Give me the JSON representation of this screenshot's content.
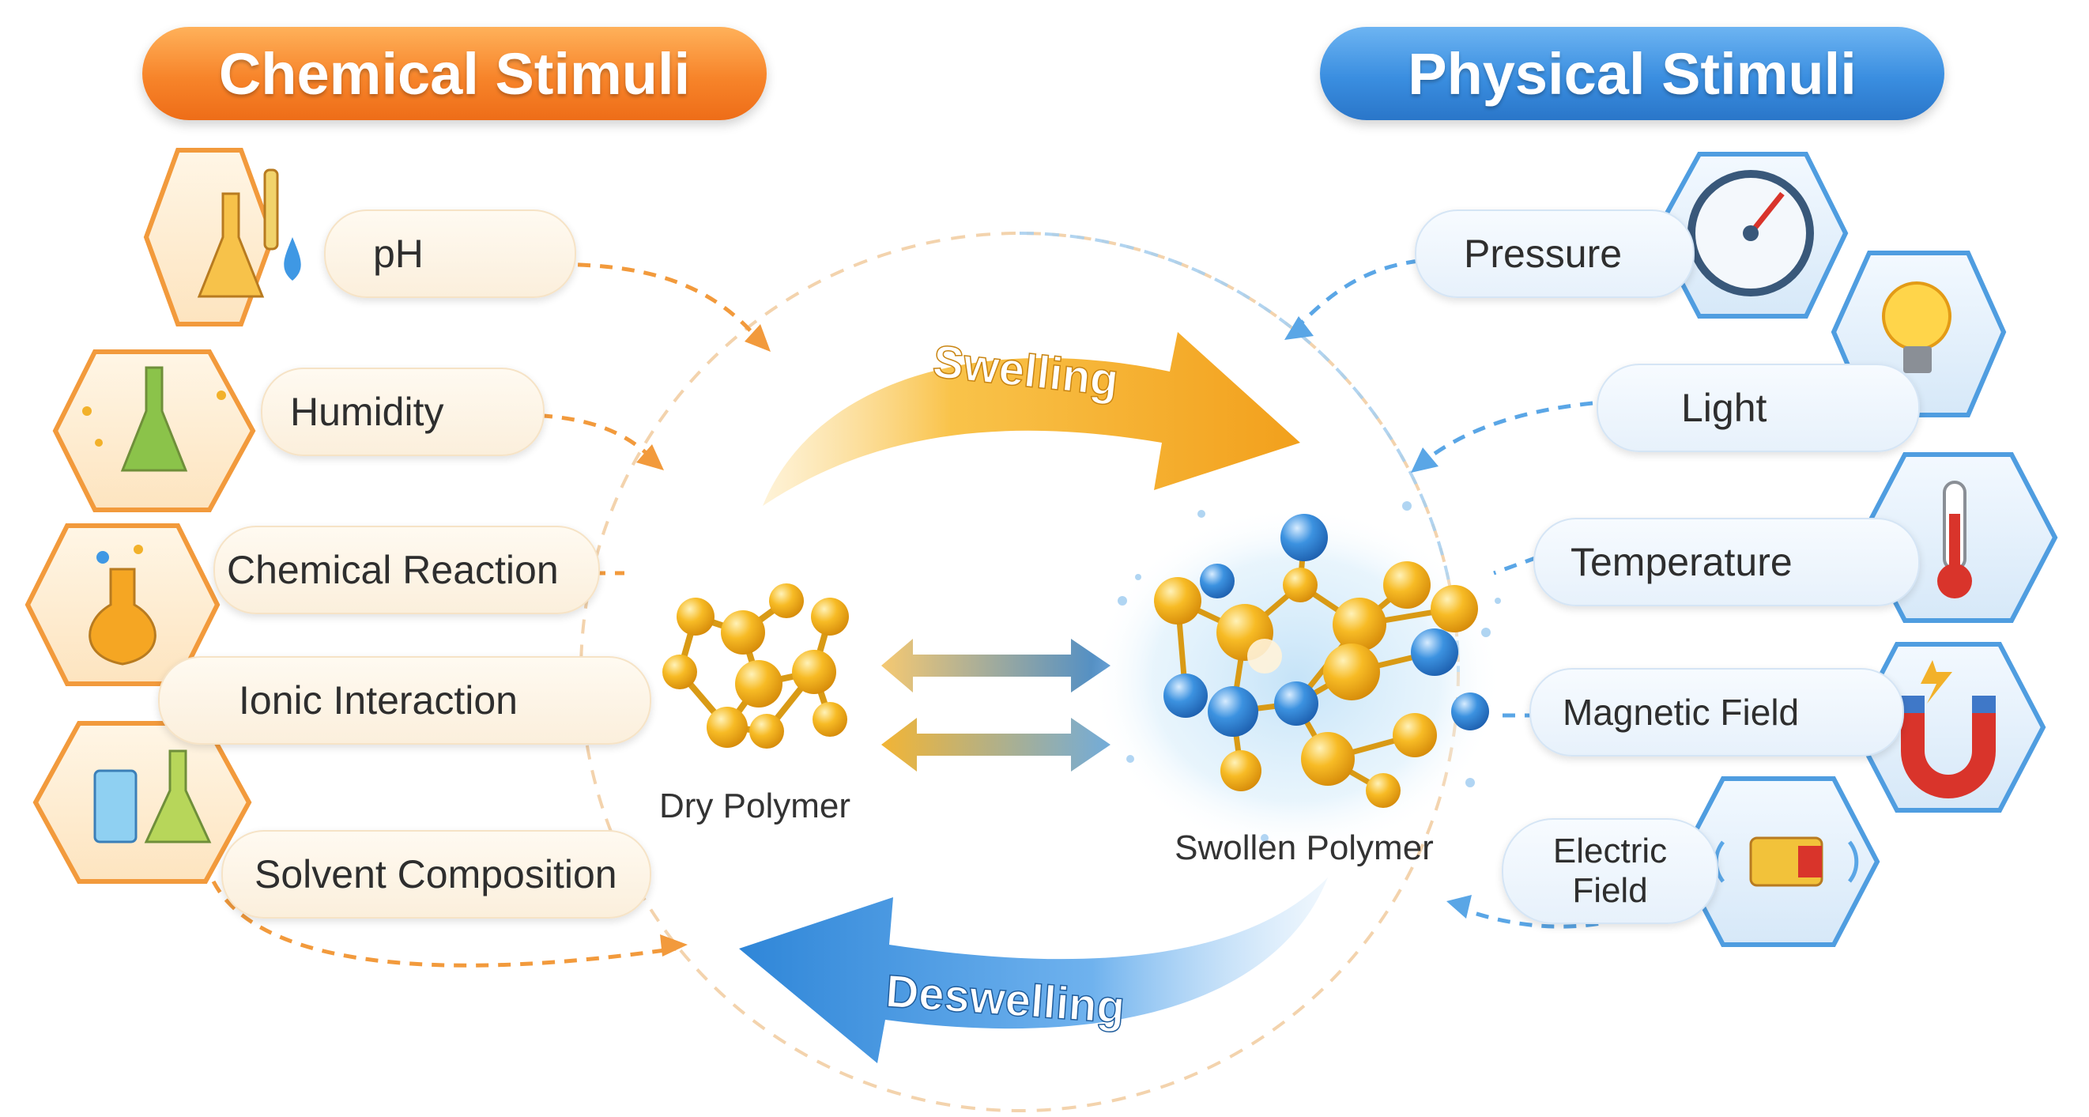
{
  "headers": {
    "chemical": "Chemical Stimuli",
    "physical": "Physical Stimuli"
  },
  "chemical_stimuli": [
    {
      "label": "pH",
      "icon": "flask-ph-icon"
    },
    {
      "label": "Humidity",
      "icon": "flask-humidity-icon"
    },
    {
      "label": "Chemical Reaction",
      "icon": "flask-reaction-icon"
    },
    {
      "label": "Ionic Interaction",
      "icon": "none"
    },
    {
      "label": "Solvent Composition",
      "icon": "beakers-solvent-icon"
    }
  ],
  "physical_stimuli": [
    {
      "label": "Pressure",
      "icon": "pressure-gauge-icon"
    },
    {
      "label": "Light",
      "icon": "light-bulb-icon"
    },
    {
      "label": "Temperature",
      "icon": "thermometer-icon"
    },
    {
      "label": "Magnetic Field",
      "icon": "magnet-icon"
    },
    {
      "label": "Electric\nField",
      "icon": "electric-field-icon"
    }
  ],
  "center": {
    "swelling": "Swelling",
    "deswelling": "Deswelling",
    "dry_polymer": "Dry Polymer",
    "swollen_polymer": "Swollen Polymer"
  },
  "colors": {
    "chemical_accent": "#f7842a",
    "physical_accent": "#3a8ee0",
    "polymer_gold": "#f5b21c",
    "polymer_blue": "#2f86d8"
  }
}
